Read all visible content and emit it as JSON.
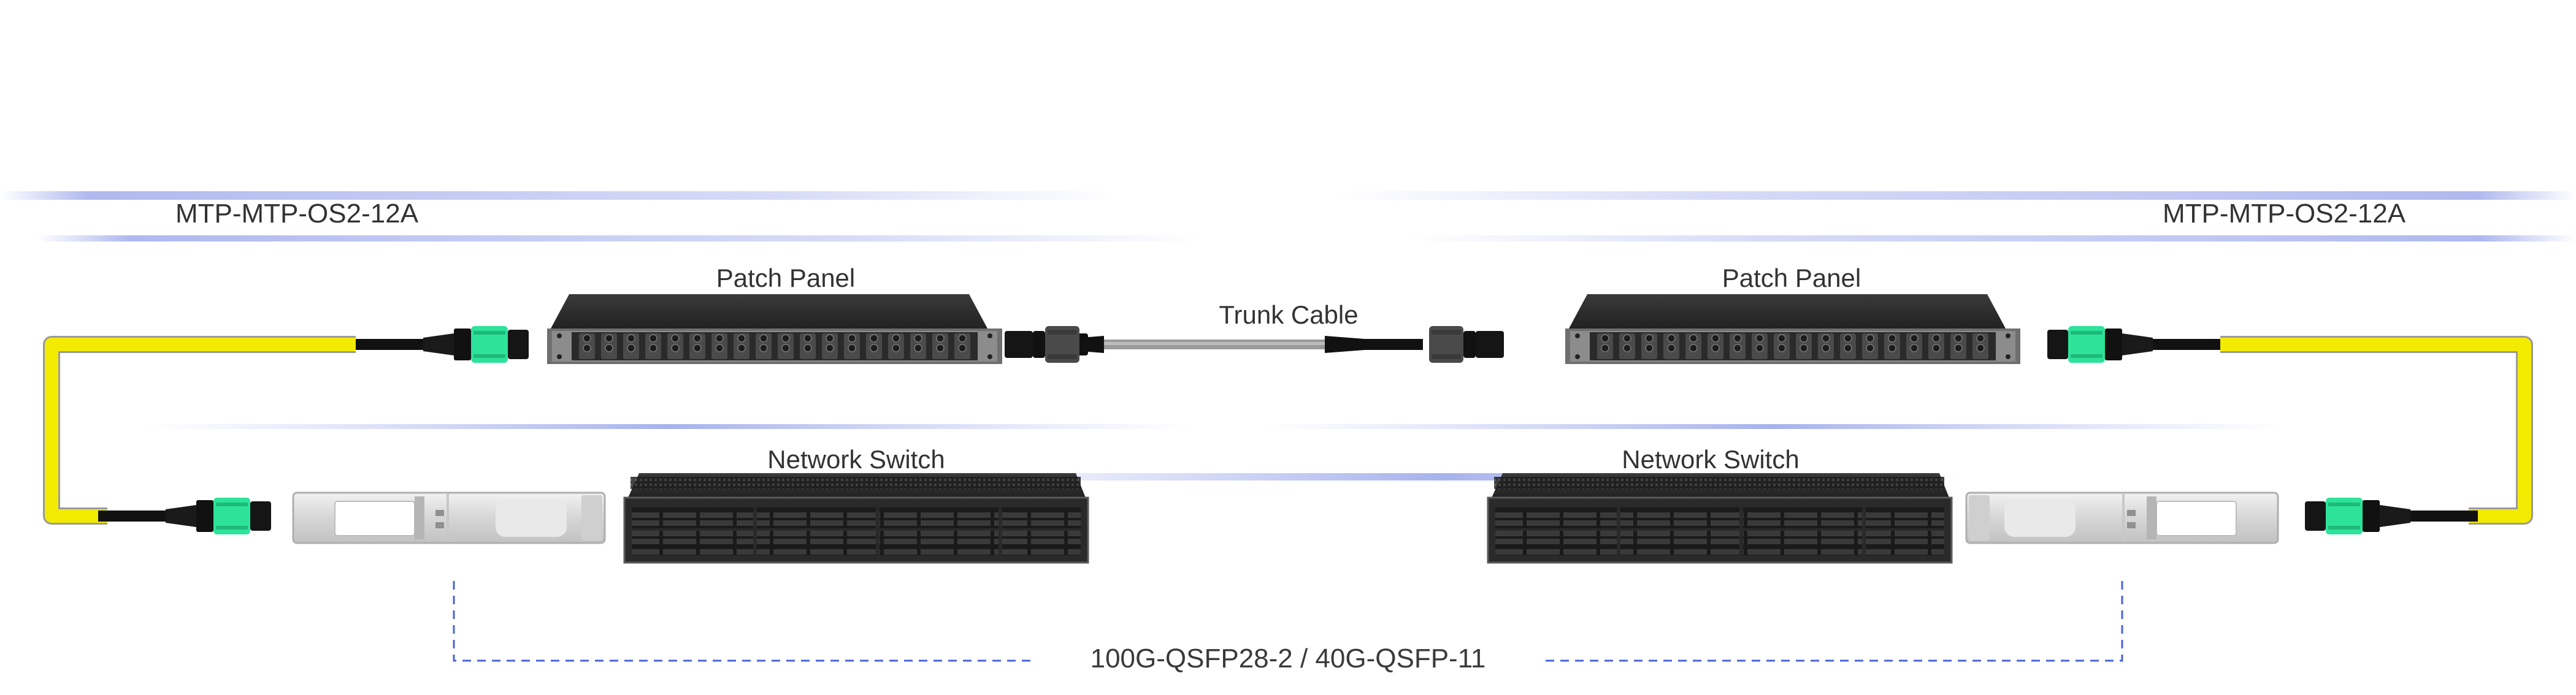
{
  "diagram": {
    "cable_labels": {
      "left": "MTP-MTP-OS2-12A",
      "right": "MTP-MTP-OS2-12A"
    },
    "patch_panel_left": "Patch Panel",
    "patch_panel_right": "Patch Panel",
    "trunk_cable": "Trunk Cable",
    "switch_left": "Network Switch",
    "switch_right": "Network Switch",
    "transceiver_label": "100G-QSFP28-2 / 40G-QSFP-11"
  },
  "colors": {
    "fiber_yellow": "#F2EA00",
    "connector_green": "#2DE39A",
    "device_body": "#2B2B2B",
    "trunk_grey": "#9A9A9A",
    "dashed_line": "#4A63D8",
    "streak_blue": "#6D7FE0"
  },
  "icons": [
    "patch-panel-icon",
    "network-switch-icon",
    "qsfp-transceiver-icon",
    "mtp-connector-icon",
    "trunk-cable-icon"
  ]
}
